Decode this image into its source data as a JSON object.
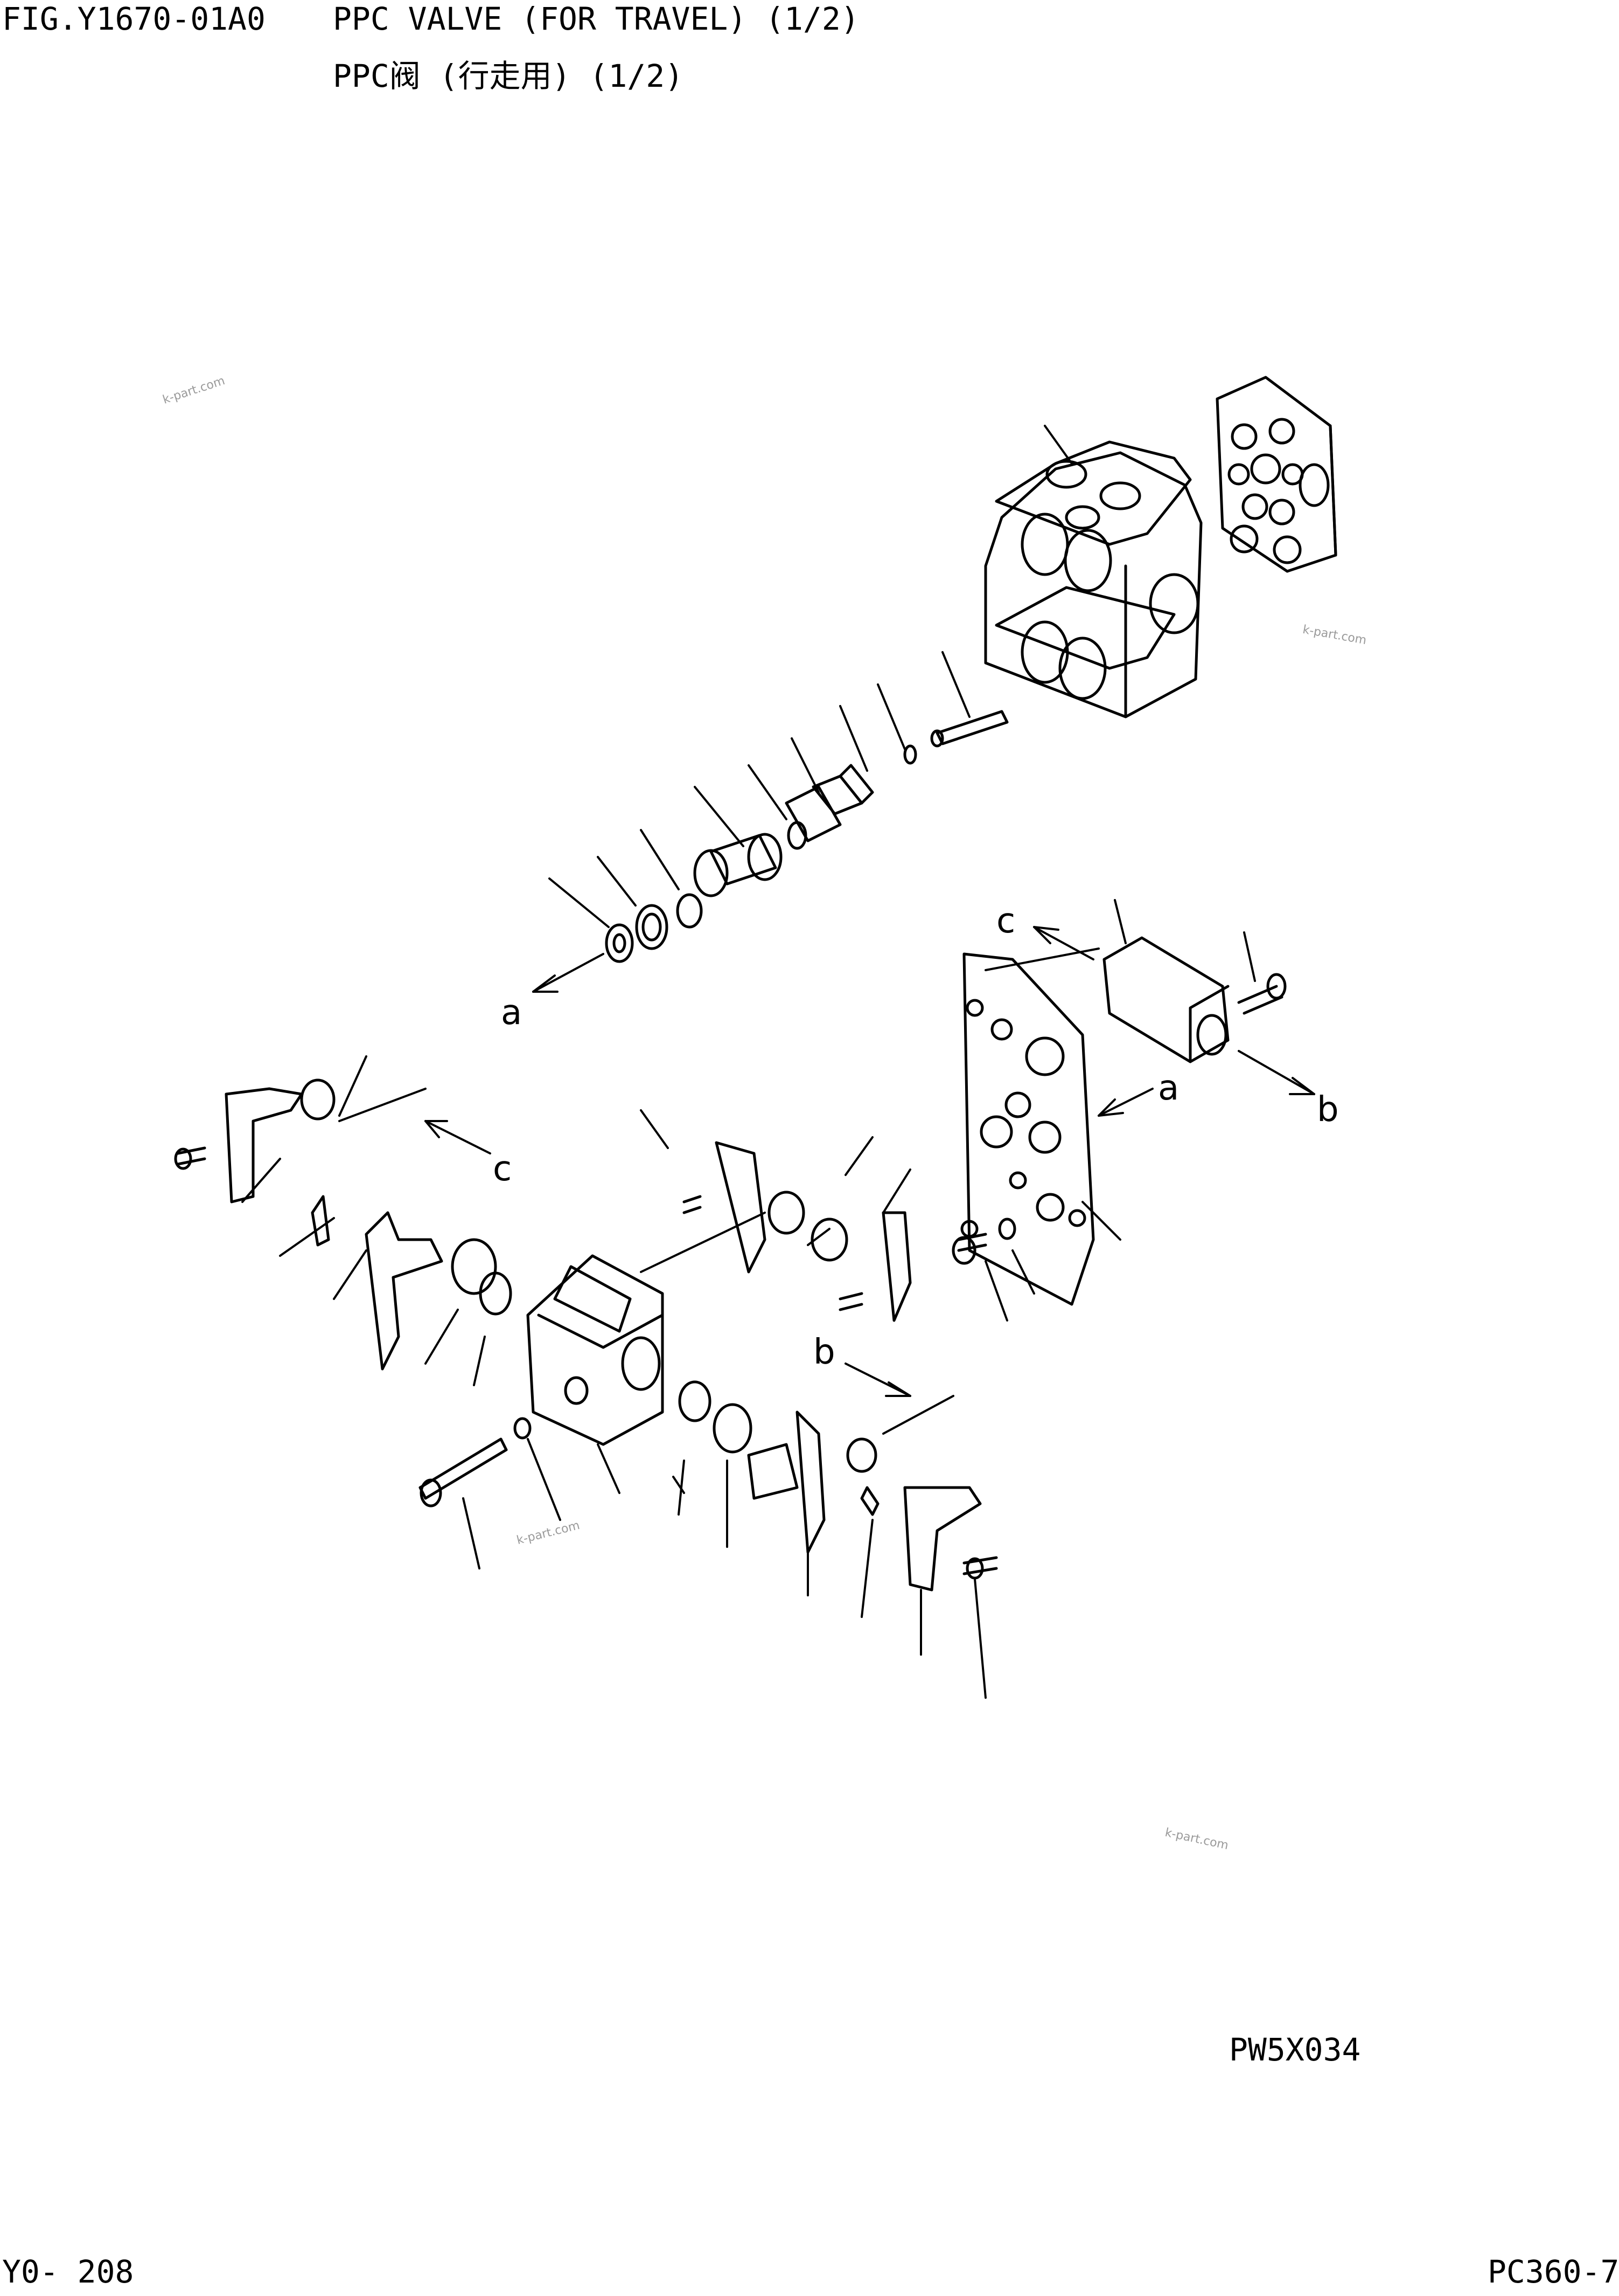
{
  "header": {
    "fig_no": "FIG.Y1670-01A0",
    "title_en": "PPC VALVE (FOR TRAVEL) (1/2)",
    "title_cn": "PPC阀 (行走用) (1/2)"
  },
  "drawing": {
    "code": "PW5X034",
    "callouts": [
      "a",
      "a",
      "b",
      "b",
      "c",
      "c"
    ],
    "watermarks": [
      "k-part.com",
      "k-part.com",
      "k-part.com",
      "k-part.com"
    ]
  },
  "footer": {
    "page": "Y0- 208",
    "model": "PC360-7"
  }
}
